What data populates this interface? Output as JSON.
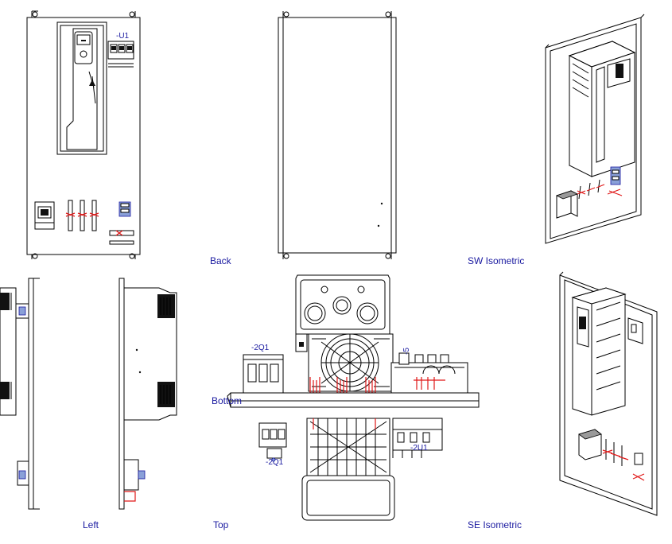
{
  "views": {
    "back": "Back",
    "sw_isometric": "SW Isometric",
    "bottom": "Bottom",
    "left": "Left",
    "top": "Top",
    "se_isometric": "SE Isometric"
  },
  "tags": {
    "u1_front": "-U1",
    "q1_top": "-2Q1",
    "q1_bottom": "-2Q1",
    "u1_top": "-2U1"
  },
  "colors": {
    "line": "#000000",
    "label": "#1a1aa0",
    "highlight": "#e01818"
  }
}
